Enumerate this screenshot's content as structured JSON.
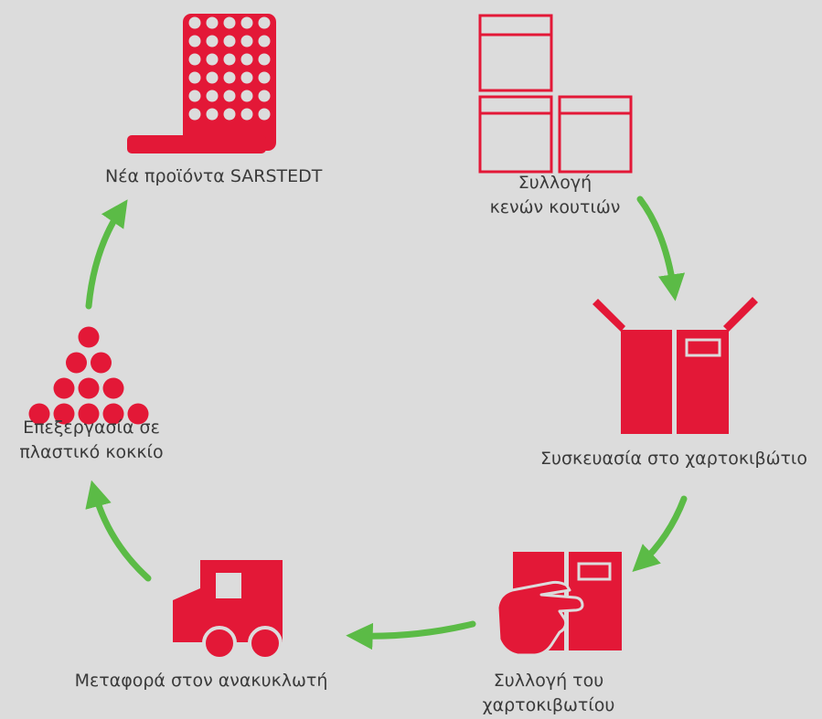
{
  "diagram": {
    "title": "",
    "colors": {
      "accent": "#e31837",
      "arrow": "#5bbb46",
      "background": "#dcdcdc",
      "text": "#3a3a3a"
    },
    "steps": [
      {
        "id": "new-products",
        "icon": "tube-rack-icon",
        "lines": [
          "Νέα προϊόντα SARSTEDT"
        ]
      },
      {
        "id": "collect-boxes",
        "icon": "empty-boxes-icon",
        "lines": [
          "Συλλογή",
          "κενών κουτιών"
        ]
      },
      {
        "id": "packing",
        "icon": "open-carton-icon",
        "lines": [
          "Συσκευασία στο χαρτοκιβώτιο"
        ]
      },
      {
        "id": "collect-carton",
        "icon": "hand-carton-icon",
        "lines": [
          "Συλλογή του",
          "χαρτοκιβωτίου"
        ]
      },
      {
        "id": "transport",
        "icon": "truck-icon",
        "lines": [
          "Μεταφορά στον ανακυκλωτή"
        ]
      },
      {
        "id": "processing",
        "icon": "pellets-icon",
        "lines": [
          "Επεξεργασία σε",
          "πλαστικό κοκκίο"
        ]
      }
    ]
  }
}
